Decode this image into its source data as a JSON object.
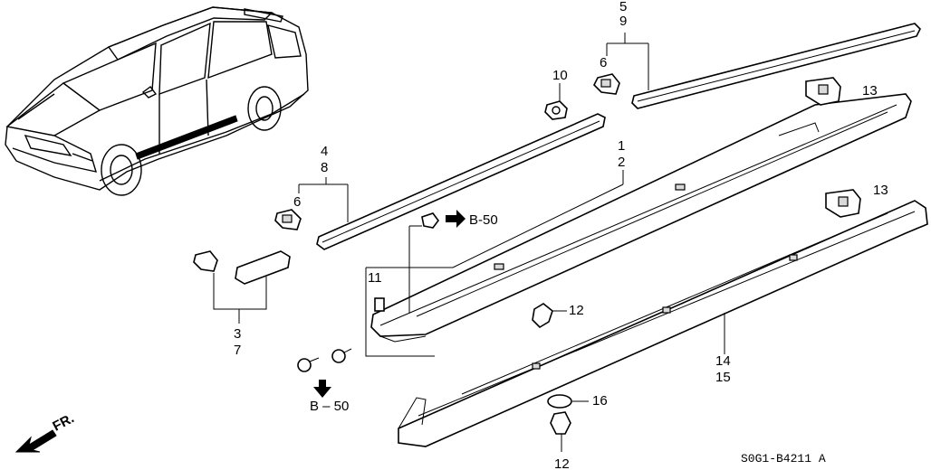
{
  "callouts": {
    "c1": "1",
    "c2": "2",
    "c3": "3",
    "c7": "7",
    "c4": "4",
    "c8": "8",
    "c5": "5",
    "c9": "9",
    "c6a": "6",
    "c6b": "6",
    "c10": "10",
    "c11": "11",
    "c12a": "12",
    "c12b": "12",
    "c13a": "13",
    "c13b": "13",
    "c14": "14",
    "c15": "15",
    "c16": "16"
  },
  "refs": {
    "b50_right": "B-50",
    "b50_down": "B – 50"
  },
  "front_label": "FR.",
  "drawing_code": "S0G1-B4211 A"
}
